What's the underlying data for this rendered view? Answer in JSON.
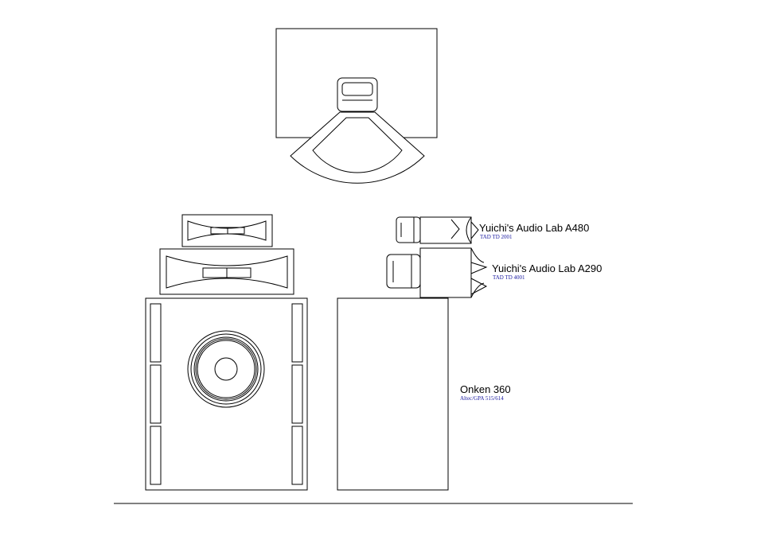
{
  "labels": {
    "a480": {
      "name": "Yuichi's Audio Lab A480",
      "model": "TAD TD 2001"
    },
    "a290": {
      "name": "Yuichi's Audio Lab A290",
      "model": "TAD TD 4001"
    },
    "onken": {
      "name": "Onken 360",
      "model": "Altec/GPA 515/614"
    }
  },
  "colors": {
    "line": "#000000",
    "sub_text": "#1a1aa0",
    "background": "#ffffff"
  }
}
